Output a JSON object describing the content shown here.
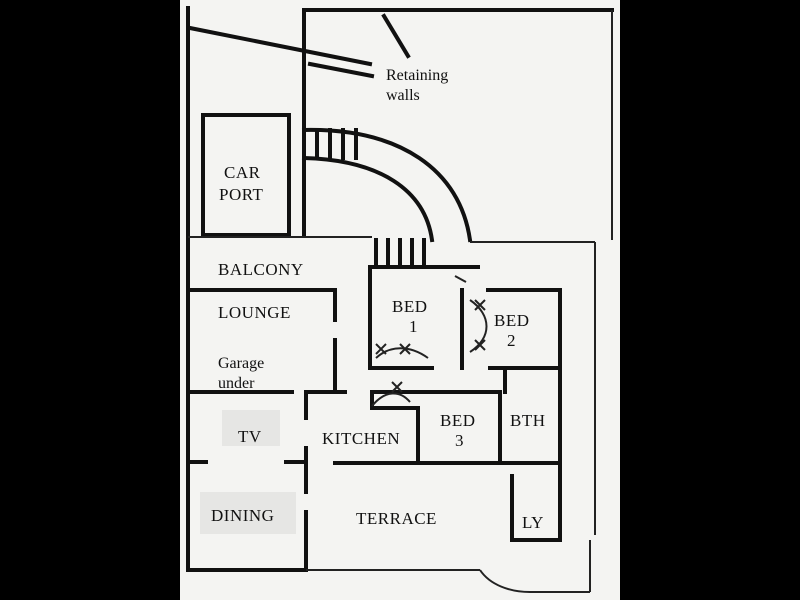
{
  "diagram": {
    "annotations": {
      "retaining_walls_line1": "Retaining",
      "retaining_walls_line2": "walls"
    },
    "rooms": {
      "car_port_line1": "CAR",
      "car_port_line2": "PORT",
      "balcony": "BALCONY",
      "lounge": "LOUNGE",
      "garage_line1": "Garage",
      "garage_line2": "under",
      "bed1_line1": "BED",
      "bed1_line2": "1",
      "bed2_line1": "BED",
      "bed2_line2": "2",
      "tv": "TV",
      "kitchen": "KITCHEN",
      "bed3_line1": "BED",
      "bed3_line2": "3",
      "bathroom": "BTH",
      "dining": "DINING",
      "terrace": "TERRACE",
      "laundry": "LY"
    }
  },
  "colors": {
    "background": "#000000",
    "paper": "#f4f4f2",
    "ink": "#111111",
    "label_patch": "#e6e6e4"
  }
}
